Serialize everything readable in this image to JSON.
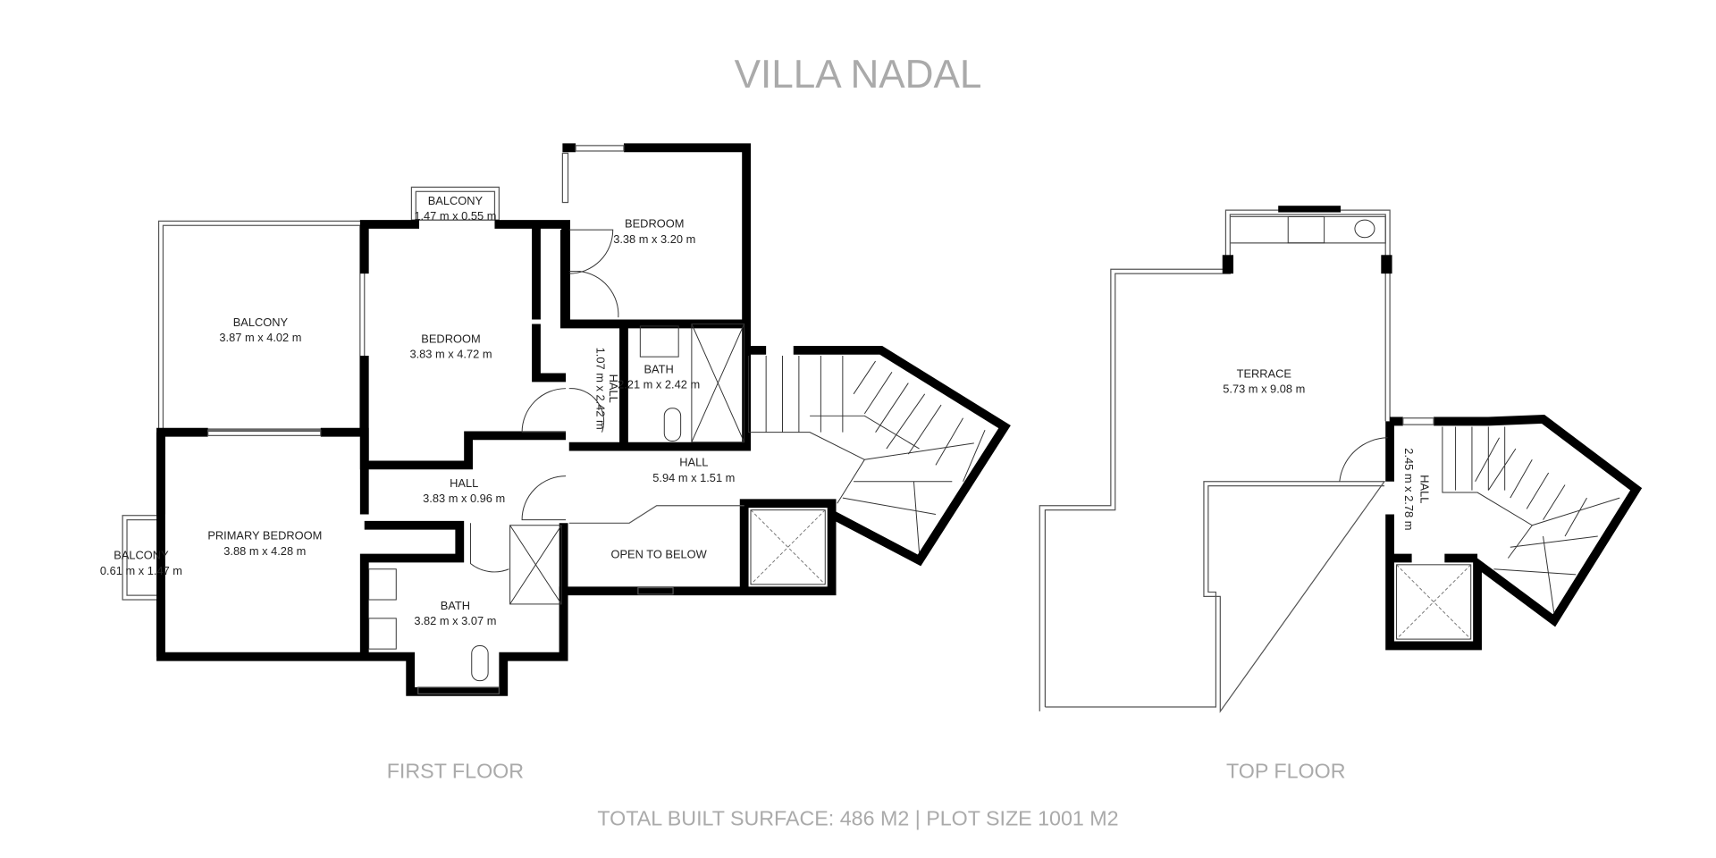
{
  "title": "VILLA NADAL",
  "floors": {
    "first": {
      "label": "FIRST FLOOR",
      "rooms": [
        {
          "name": "BEDROOM",
          "size": "3.38 m x 3.20 m"
        },
        {
          "name": "BALCONY",
          "size": "1.47 m x 0.55 m"
        },
        {
          "name": "BALCONY",
          "size": "3.87 m x 4.02 m"
        },
        {
          "name": "BEDROOM",
          "size": "3.83 m x 4.72 m"
        },
        {
          "name": "HALL",
          "size": "1.07 m x 2.42 m"
        },
        {
          "name": "BATH",
          "size": "2.21 m x 2.42 m"
        },
        {
          "name": "HALL",
          "size": "5.94 m x 1.51 m"
        },
        {
          "name": "HALL",
          "size": "3.83 m x 0.96 m"
        },
        {
          "name": "PRIMARY BEDROOM",
          "size": "3.88 m x 4.28 m"
        },
        {
          "name": "BALCONY",
          "size": "0.61 m x 1.47 m"
        },
        {
          "name": "OPEN TO BELOW",
          "size": ""
        },
        {
          "name": "BATH",
          "size": "3.82 m x 3.07 m"
        }
      ]
    },
    "top": {
      "label": "TOP FLOOR",
      "rooms": [
        {
          "name": "TERRACE",
          "size": "5.73 m x 9.08 m"
        },
        {
          "name": "HALL",
          "size": "2.45 m x 2.78 m"
        }
      ]
    }
  },
  "footer": "TOTAL BUILT SURFACE: 486 M2 | PLOT SIZE 1001 M2",
  "colors": {
    "caption": "#aaaaaa",
    "walls": "#000000"
  }
}
